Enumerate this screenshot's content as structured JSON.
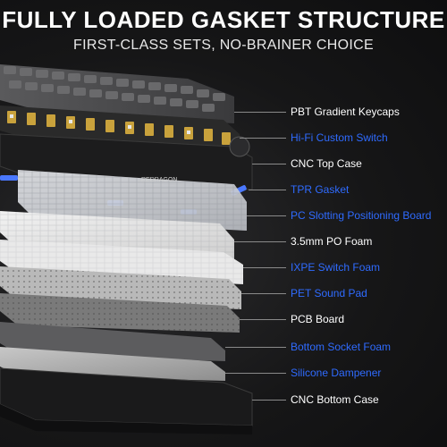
{
  "header": {
    "title": "FULLY LOADED GASKET STRUCTURE",
    "subtitle": "FIRST-CLASS SETS, NO-BRAINER CHOICE"
  },
  "brand": {
    "logo_text": "REDRAGON"
  },
  "colors": {
    "white_label": "#ffffff",
    "blue_label": "#2f6bff",
    "switch_gold": "#c9a23c"
  },
  "layers": [
    {
      "label": "PBT Gradient Keycaps",
      "color": "white"
    },
    {
      "label": "Hi-Fi Custom Switch",
      "color": "blue"
    },
    {
      "label": "CNC Top Case",
      "color": "white"
    },
    {
      "label": "TPR Gasket",
      "color": "blue"
    },
    {
      "label": "PC Slotting Positioning Board",
      "color": "blue"
    },
    {
      "label": "3.5mm PO Foam",
      "color": "white"
    },
    {
      "label": "IXPE Switch Foam",
      "color": "blue"
    },
    {
      "label": "PET Sound Pad",
      "color": "blue"
    },
    {
      "label": "PCB Board",
      "color": "white"
    },
    {
      "label": "Bottom Socket Foam",
      "color": "blue"
    },
    {
      "label": "Silicone Dampener",
      "color": "blue"
    },
    {
      "label": "CNC Bottom Case",
      "color": "white"
    }
  ]
}
